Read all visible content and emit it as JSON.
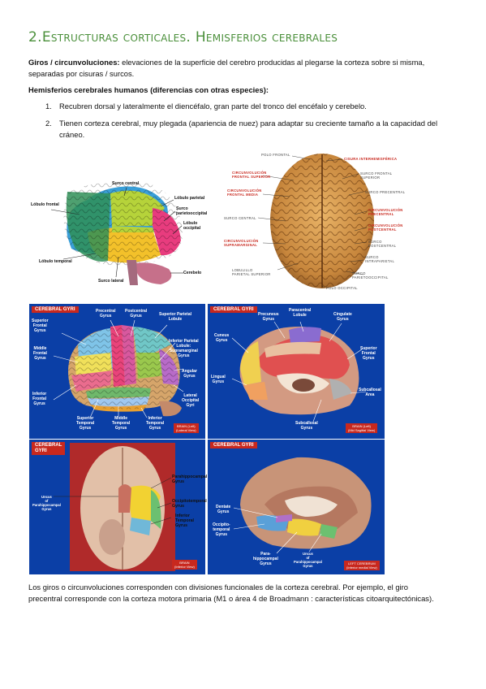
{
  "title": "2.Estructuras corticales. Hemisferios cerebrales",
  "intro": {
    "term": "Giros / circunvoluciones:",
    "line1": "elevaciones de la superficie del cerebro producidas al plegarse la corteza sobre si misma,",
    "line2": "separadas por cisuras / surcos."
  },
  "subheading": "Hemisferios cerebrales humanos (diferencias con otras especies):",
  "list": [
    {
      "num": "1.",
      "line1": "Recubren dorsal y lateralmente el diencéfalo, gran parte del tronco del encéfalo y cerebelo.",
      "line2": ""
    },
    {
      "num": "2.",
      "line1": "Tienen corteza cerebral, muy plegada (apariencia de nuez) para adaptar su creciente tamaño a la capacidad del",
      "line2": "cráneo."
    }
  ],
  "fig1": {
    "labels": {
      "frontal": "Lóbulo frontal",
      "central": "Surco central",
      "parietal": "Lóbulo parietal",
      "po": "Surco\nparietooccipital",
      "occipital": "Lóbulo\noccipital",
      "temporal": "Lóbulo temporal",
      "lateral": "Surco lateral",
      "cerebelo": "Cerebelo"
    }
  },
  "fig2": {
    "left": [
      {
        "t": "POLO FRONTAL",
        "red": false
      },
      {
        "t": "CIRCUNVOLUCIÓN\nFRONTAL SUPERIOR",
        "red": true
      },
      {
        "t": "CIRCUNVOLUCIÓN\nFRONTAL MEDIA",
        "red": true
      },
      {
        "t": "SURCO CENTRAL",
        "red": false
      },
      {
        "t": "CIRCUNVOLUCIÓN\nSUPRAMARGINAL",
        "red": true
      },
      {
        "t": "LOBULILLO\nPARIETAL SUPERIOR",
        "red": false
      }
    ],
    "right": [
      {
        "t": "CISURA INTERHEMISFÉRICA",
        "red": true
      },
      {
        "t": "SURCO FRONTAL\nSUPERIOR",
        "red": false
      },
      {
        "t": "SURCO PRECENTRAL",
        "red": false
      },
      {
        "t": "CIRCUNVOLUCIÓN\nPRECENTRAL",
        "red": true
      },
      {
        "t": "CIRCUNVOLUCIÓN\nPOSTCENTRAL",
        "red": true
      },
      {
        "t": "SURCO\nPOSTCENTRAL",
        "red": false
      },
      {
        "t": "SURCO\nINTRAPARIETAL",
        "red": false
      },
      {
        "t": "SURCO\nPARIETOOCCIPITAL",
        "red": false
      }
    ],
    "bottom": "POLO OCCIPITAL"
  },
  "panels": {
    "p1": {
      "head": "CEREBRAL GYRI",
      "labels": [
        "Precentral\nGyrus",
        "Postcentral\nGyrus",
        "Superior Parietal\nLobule",
        "Superior\nFrontal\nGyrus",
        "Middle\nFrontal\nGyrus",
        "Inferior Parietal\nLobule:\nSupramarginal\nGyrus",
        "Angular\nGyrus",
        "Inferior\nFrontal\nGyrus",
        "Lateral\nOccipital\nGyri",
        "Superior\nTemporal\nGyrus",
        "Middle\nTemporal\nGyrus",
        "Inferior\nTemporal\nGyrus"
      ],
      "tag": "BRAIN (Left)\n(Lateral View)"
    },
    "p2": {
      "head": "CEREBRAL GYRI",
      "labels": [
        "Precuneus\nGyrus",
        "Paracentral\nLobule",
        "Cingulate\nGyrus",
        "Cuneus\nGyrus",
        "Superior\nFrontal\nGyrus",
        "Lingual\nGyrus",
        "Subcallosal\nArea",
        "Subcallosal\nGyrus"
      ],
      "tag": "BRAIN (Left)\n(Mid Sagittal View)"
    },
    "p3": {
      "head": "CEREBRAL\nGYRI",
      "labels": [
        "Parahippocampal\nGyrus",
        "Uncus\nof\nParahippocampal\nGyrus",
        "Occipitotemporal\nGyrus",
        "Inferior\nTemporal\nGyrus"
      ],
      "tag": "BRAIN\n(Inferior View)"
    },
    "p4": {
      "head": "CEREBRAL GYRI",
      "labels": [
        "Dentate\nGyrus",
        "Occipito-\ntemporal\nGyrus",
        "Para-\nhippocampal\nGyrus",
        "Uncus\nof\nParahippocampal\nGyrus"
      ],
      "tag": "LEFT CEREBRUM\n(Inferior medial View)"
    }
  },
  "footer": {
    "line1": "Los giros o circunvoluciones corresponden con divisiones funcionales de la corteza cerebral. Por ejemplo, el giro",
    "line2": "precentral corresponde con la corteza motora primaria (M1 o área 4 de Broadmann : características citoarquitectónicas)."
  }
}
